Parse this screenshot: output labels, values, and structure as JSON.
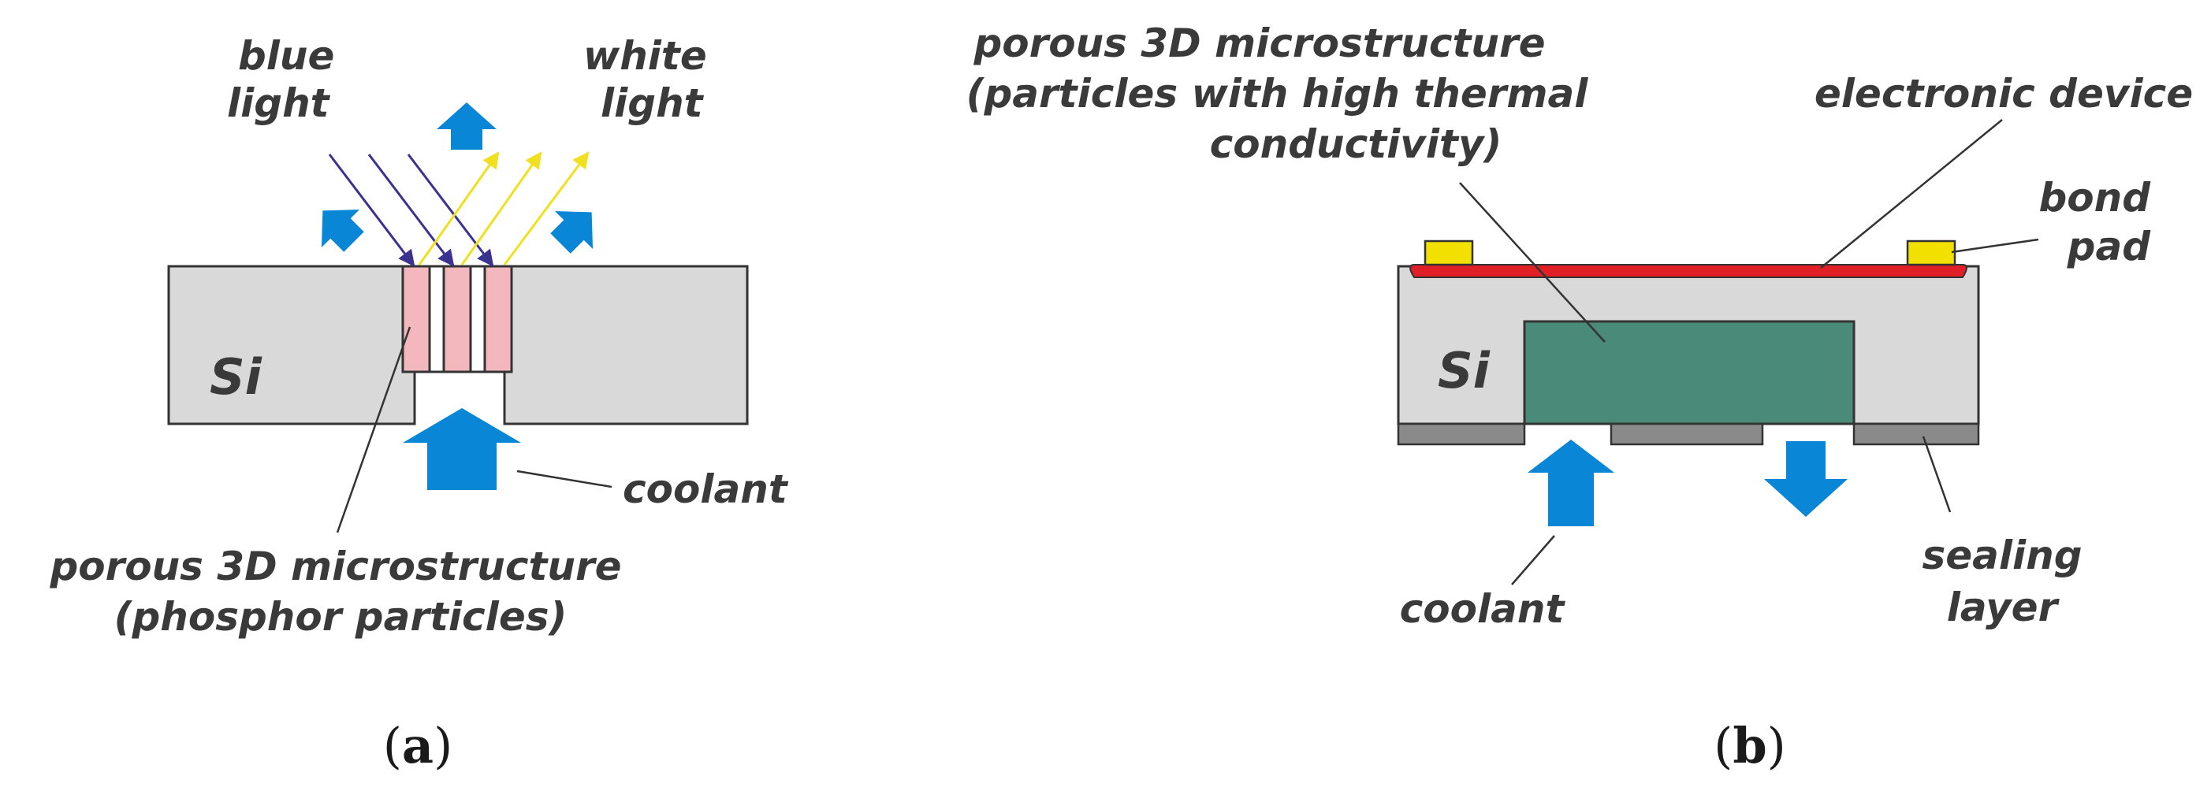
{
  "colors": {
    "silicon": "#d9d9d9",
    "outline": "#333333",
    "phosphor": "#f2b8be",
    "blue_light": "#3b3290",
    "white_light": "#f0e020",
    "flow_arrow": "#0a86d6",
    "microstructure_b": "#4a8a78",
    "electronic_device": "#e01f26",
    "bond_pad": "#f2e000",
    "sealing_layer": "#8a8a8a"
  },
  "panel_a": {
    "label_blue_1": "blue",
    "label_blue_2": "light",
    "label_white_1": "white",
    "label_white_2": "light",
    "label_si": "Si",
    "label_coolant": "coolant",
    "label_porous_1": "porous 3D microstructure",
    "label_porous_2": "(phosphor particles)",
    "caption_open": "(",
    "caption_letter": "a",
    "caption_close": ")"
  },
  "panel_b": {
    "label_porous_1": "porous 3D microstructure",
    "label_porous_2": "(particles with high thermal",
    "label_porous_3": "conductivity)",
    "label_device": "electronic device",
    "label_bond_1": "bond",
    "label_bond_2": "pad",
    "label_si": "Si",
    "label_coolant": "coolant",
    "label_sealing_1": "sealing",
    "label_sealing_2": "layer",
    "caption_open": "(",
    "caption_letter": "b",
    "caption_close": ")"
  }
}
